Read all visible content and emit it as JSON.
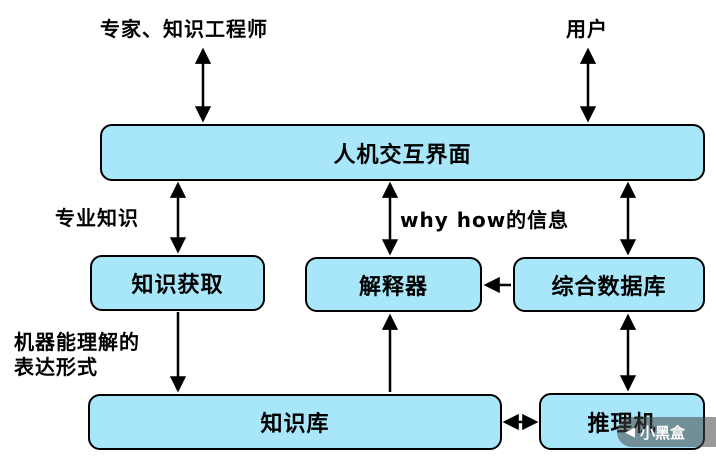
{
  "diagram": {
    "top_labels": {
      "expert": "专家、知识工程师",
      "user": "用户"
    },
    "boxes": {
      "interface": "人机交互界面",
      "knowledge_acquisition": "知识获取",
      "interpreter": "解释器",
      "database": "综合数据库",
      "knowledge_base": "知识库",
      "inference_engine": "推理机"
    },
    "edge_labels": {
      "professional_knowledge": "专业知识",
      "why_how_info": "why how的信息",
      "machine_form_line1": "机器能理解的",
      "machine_form_line2": "表达形式"
    },
    "colors": {
      "box_fill": "#A8E7F9",
      "box_border": "#000000",
      "arrow": "#000000"
    },
    "watermark": {
      "text": "小黑盒",
      "icon": "◀"
    }
  }
}
